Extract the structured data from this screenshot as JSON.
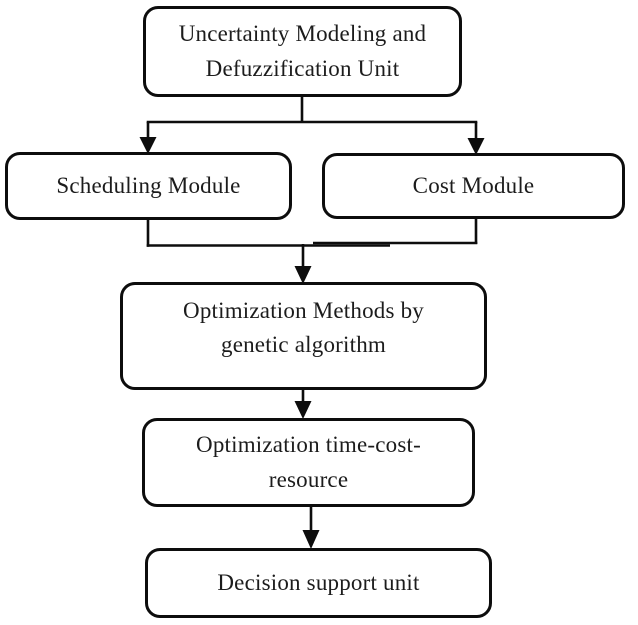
{
  "diagram": {
    "type": "flowchart",
    "background_color": "#ffffff",
    "line_color": "#0d0d0d",
    "text_color": "#1c1c1c",
    "node_shape": "rounded-rectangle"
  },
  "nodes": [
    {
      "id": "uncertainty-modeling-unit",
      "label": "Uncertainty Modeling and\nDefuzzification Unit"
    },
    {
      "id": "scheduling-module",
      "label": "Scheduling Module"
    },
    {
      "id": "cost-module",
      "label": "Cost Module"
    },
    {
      "id": "optimization-methods",
      "label": "Optimization Methods by\ngenetic algorithm"
    },
    {
      "id": "optimization-time-cost-resource",
      "label": "Optimization time-cost-\nresource"
    },
    {
      "id": "decision-support-unit",
      "label": "Decision support unit"
    }
  ],
  "edges": [
    {
      "from": "uncertainty-modeling-unit",
      "to": "scheduling-module"
    },
    {
      "from": "uncertainty-modeling-unit",
      "to": "cost-module"
    },
    {
      "from": "scheduling-module",
      "to": "optimization-methods"
    },
    {
      "from": "cost-module",
      "to": "optimization-methods"
    },
    {
      "from": "optimization-methods",
      "to": "optimization-time-cost-resource"
    },
    {
      "from": "optimization-time-cost-resource",
      "to": "decision-support-unit"
    }
  ]
}
